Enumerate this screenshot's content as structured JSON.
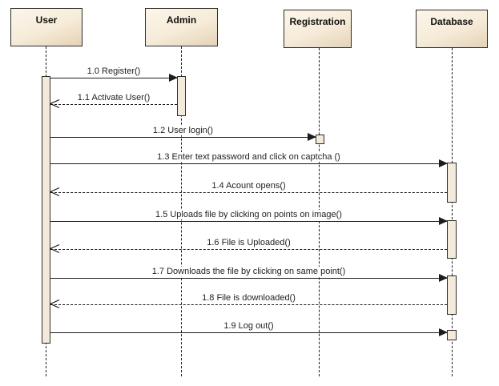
{
  "diagram": {
    "type": "uml-sequence",
    "colors": {
      "background": "#ffffff",
      "box_fill_light": "#fcf6ea",
      "box_fill_mid": "#f5ebd8",
      "box_fill_dark": "#e6d2b6",
      "activation_fill": "#f4ead9",
      "border_color": "#2b2b2b",
      "line_color": "#1c1c1c",
      "label_color": "#1f1f1f"
    },
    "actors": [
      {
        "name": "User"
      },
      {
        "name": "Admin"
      },
      {
        "name": "Registration"
      },
      {
        "name": "Database"
      }
    ],
    "messages": [
      {
        "label": "1.0 Register()",
        "from": "User",
        "to": "Admin",
        "kind": "call"
      },
      {
        "label": "1.1 Activate User()",
        "from": "Admin",
        "to": "User",
        "kind": "return"
      },
      {
        "label": "1.2 User login()",
        "from": "User",
        "to": "Registration",
        "kind": "call"
      },
      {
        "label": "1.3 Enter text password and click on captcha ()",
        "from": "User",
        "to": "Database",
        "kind": "call"
      },
      {
        "label": "1.4 Acount opens()",
        "from": "Database",
        "to": "User",
        "kind": "return"
      },
      {
        "label": "1.5 Uploads file by clicking on points on image()",
        "from": "User",
        "to": "Database",
        "kind": "call"
      },
      {
        "label": "1.6 File is Uploaded()",
        "from": "Database",
        "to": "User",
        "kind": "return"
      },
      {
        "label": "1.7 Downloads the file by clicking on same point()",
        "from": "User",
        "to": "Database",
        "kind": "call"
      },
      {
        "label": "1.8 File is downloaded()",
        "from": "Database",
        "to": "User",
        "kind": "return"
      },
      {
        "label": "1.9 Log out()",
        "from": "User",
        "to": "Database",
        "kind": "call"
      }
    ]
  }
}
